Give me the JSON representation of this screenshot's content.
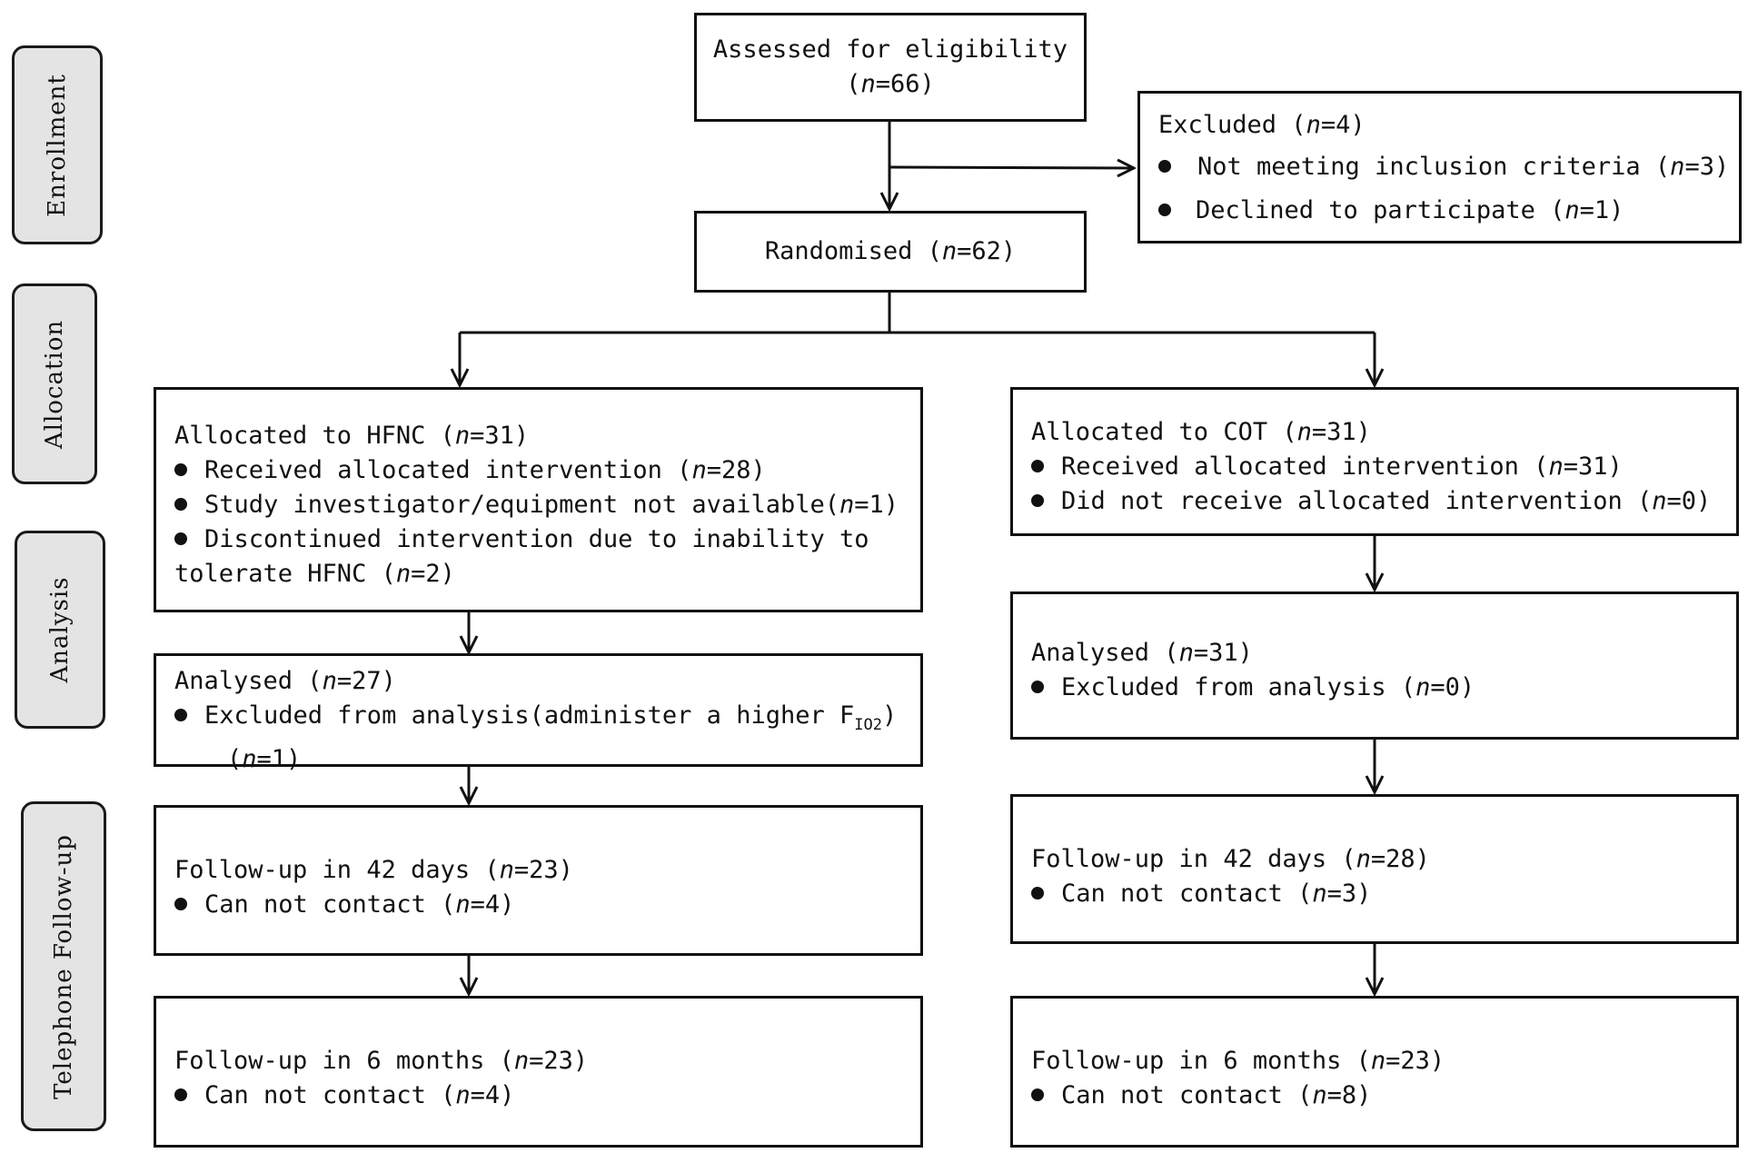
{
  "stages": {
    "enrollment": "Enrollment",
    "allocation": "Allocation",
    "analysis": "Analysis",
    "follow_up": "Telephone Follow-up"
  },
  "boxes": {
    "assessed": {
      "line1": "Assessed for eligibility",
      "n_open": "(",
      "n_value": "=66)"
    },
    "excluded": {
      "title": "Excluded (",
      "title_n": "=4)",
      "item1": "Not meeting inclusion criteria (",
      "item1_n": "=3)",
      "item2": "Declined to participate (",
      "item2_n": "=1)"
    },
    "randomised": {
      "text": "Randomised (",
      "n": "=62)"
    },
    "hfnc_allocation": {
      "title": "Allocated to HFNC (",
      "title_n": "=31)",
      "item1": "Received allocated intervention (",
      "item1_n": "=28)",
      "item2": "Study investigator/equipment not available(",
      "item2_n": "=1)",
      "item3a": "Discontinued intervention due to inability to",
      "item3b": "tolerate HFNC (",
      "item3b_n": "=2)"
    },
    "cot_allocation": {
      "title": "Allocated to COT (",
      "title_n": "=31)",
      "item1": "Received allocated intervention (",
      "item1_n": "=31)",
      "item2": "Did not receive allocated intervention (",
      "item2_n": "=0)"
    },
    "hfnc_analysis": {
      "title": "Analysed (",
      "title_n": "=27)",
      "item1": "Excluded from analysis(administer a higher F",
      "item1_sub": "IO2",
      "item1_end": ")",
      "item1b": "(",
      "item1b_n": "=1)"
    },
    "cot_analysis": {
      "title": "Analysed (",
      "title_n": "=31)",
      "item1": "Excluded from analysis (",
      "item1_n": "=0)"
    },
    "hfnc_followup_42": {
      "title": "Follow-up in 42 days (",
      "title_n": "=23)",
      "item1": "Can not contact (",
      "item1_n": "=4)"
    },
    "cot_followup_42": {
      "title": "Follow-up in 42 days (",
      "title_n": "=28)",
      "item1": "Can not contact (",
      "item1_n": "=3)"
    },
    "hfnc_followup_6m": {
      "title": "Follow-up in 6 months (",
      "title_n": "=23)",
      "item1": "Can not contact (",
      "item1_n": "=4)"
    },
    "cot_followup_6m": {
      "title": "Follow-up in 6 months (",
      "title_n": "=23)",
      "item1": "Can not contact (",
      "item1_n": "=8)"
    }
  },
  "n_symbol": "n"
}
